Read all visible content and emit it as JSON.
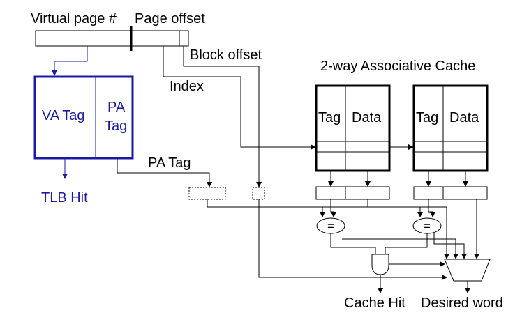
{
  "diagram": {
    "labels": {
      "virtual_page": "Virtual page #",
      "page_offset": "Page offset",
      "block_offset": "Block offset",
      "index": "Index",
      "cache_title": "2-way Associative Cache",
      "va_tag": "VA Tag",
      "pa_tag_line1": "PA",
      "pa_tag_line2": "Tag",
      "pa_tag_wire": "PA Tag",
      "tlb_hit": "TLB Hit",
      "way1_tag": "Tag",
      "way1_data": "Data",
      "way2_tag": "Tag",
      "way2_data": "Data",
      "cmp1": "=",
      "cmp2": "=",
      "cache_hit": "Cache Hit",
      "desired_word": "Desired word"
    },
    "colors": {
      "tlb_blue": "#1a1aa6",
      "line": "#000000"
    }
  }
}
